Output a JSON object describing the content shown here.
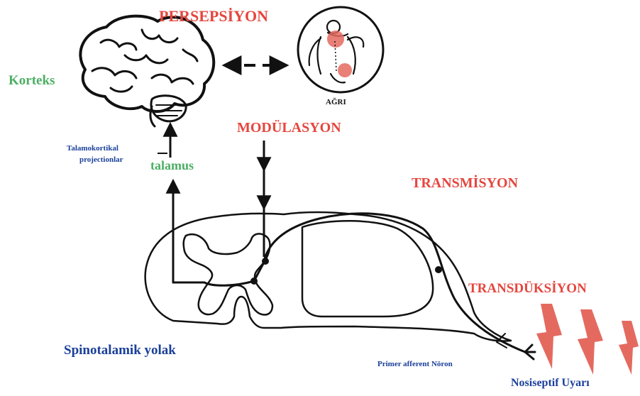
{
  "labels": {
    "persepsiyon": "PERSEPSİYON",
    "korteks": "Korteks",
    "agri": "AĞRI",
    "modulasyon": "MODÜLASYON",
    "talamokortikal_line1": "Talamokortikal",
    "talamokortikal_line2": "projectionlar",
    "talamus": "talamus",
    "transmisyon": "TRANSMİSYON",
    "transduksiyon": "TRANSDÜKSİYON",
    "spinotalamik": "Spinotalamik yolak",
    "primer": "Primer afferent Nöron",
    "nosiseptif": "Nosiseptif Uyarı"
  },
  "colors": {
    "stage_red": "#e5463e",
    "stage_green": "#4caf63",
    "label_blue": "#1a3f9a",
    "stimulus": "#e46a5f",
    "line": "#111111"
  }
}
